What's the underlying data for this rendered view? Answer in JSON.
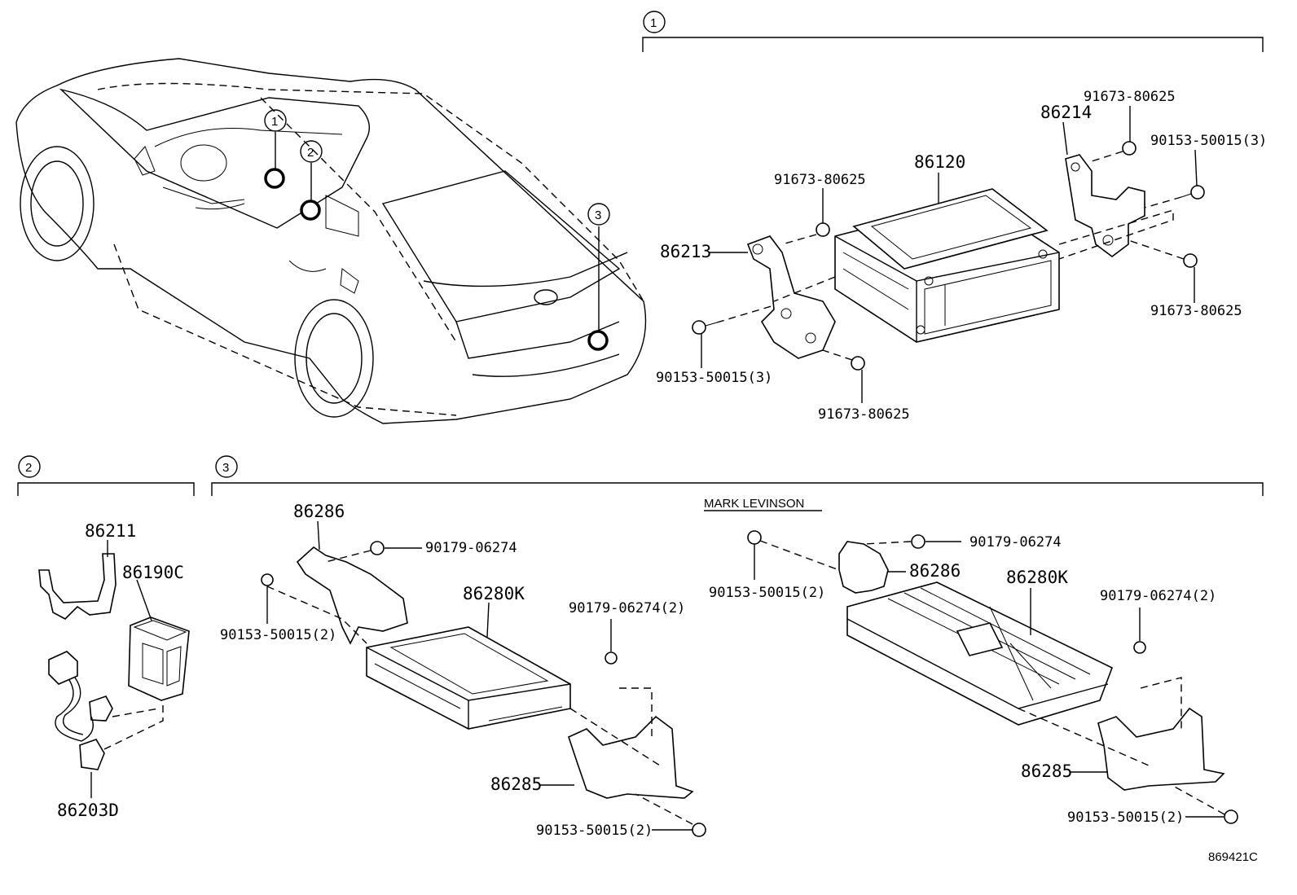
{
  "callouts": [
    "1",
    "2",
    "3"
  ],
  "section_1": {
    "callout": "1",
    "labels": {
      "p_86120": "86120",
      "p_86213": "86213",
      "p_86214": "86214",
      "p_91673_a": "91673-80625",
      "p_91673_b": "91673-80625",
      "p_91673_c": "91673-80625",
      "p_91673_d": "91673-80625",
      "p_90153_a": "90153-50015(3)",
      "p_90153_b": "90153-50015(3)"
    }
  },
  "section_2": {
    "callout": "2",
    "labels": {
      "p_86211": "86211",
      "p_86190c": "86190C",
      "p_86203d": "86203D"
    }
  },
  "section_3": {
    "callout": "3",
    "variant_caption": "MARK LEVINSON",
    "labels": {
      "p_86286_a": "86286",
      "p_86286_b": "86286",
      "p_86280k_a": "86280K",
      "p_86280k_b": "86280K",
      "p_86285_a": "86285",
      "p_86285_b": "86285",
      "p_90179_a": "90179-06274",
      "p_90179_b": "90179-06274",
      "p_90179_c": "90179-06274(2)",
      "p_90179_d": "90179-06274(2)",
      "p_90153_c": "90153-50015(2)",
      "p_90153_d": "90153-50015(2)",
      "p_90153_e": "90153-50015(2)",
      "p_90153_f": "90153-50015(2)"
    }
  },
  "figure_id": "869421C"
}
